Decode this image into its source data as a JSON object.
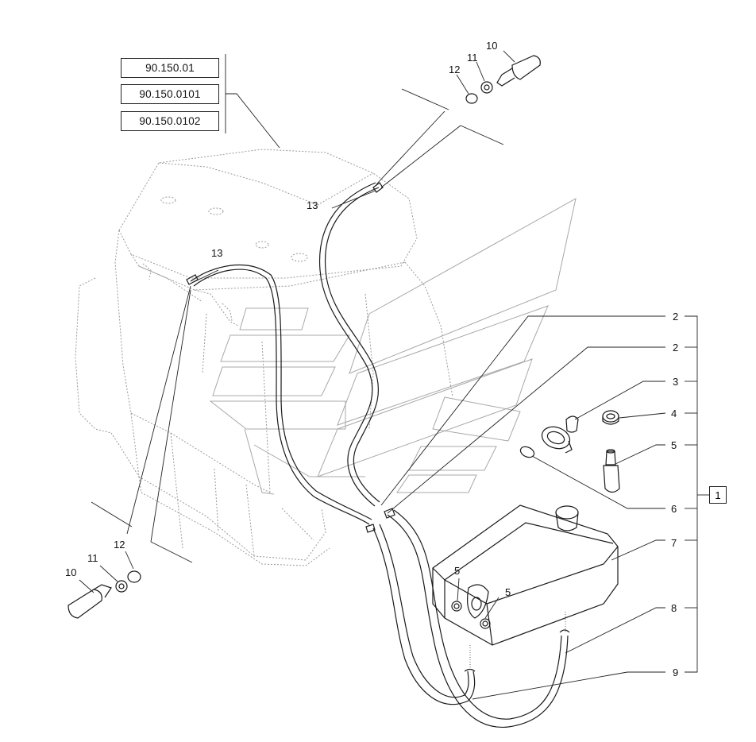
{
  "references": [
    "90.150.01",
    "90.150.0101",
    "90.150.0102"
  ],
  "group_label": "1",
  "callouts": {
    "p2": "2",
    "p3": "3",
    "p4": "4",
    "p5": "5",
    "p6": "6",
    "p7": "7",
    "p8": "8",
    "p9": "9",
    "p10": "10",
    "p11": "11",
    "p12": "12",
    "p13": "13"
  }
}
